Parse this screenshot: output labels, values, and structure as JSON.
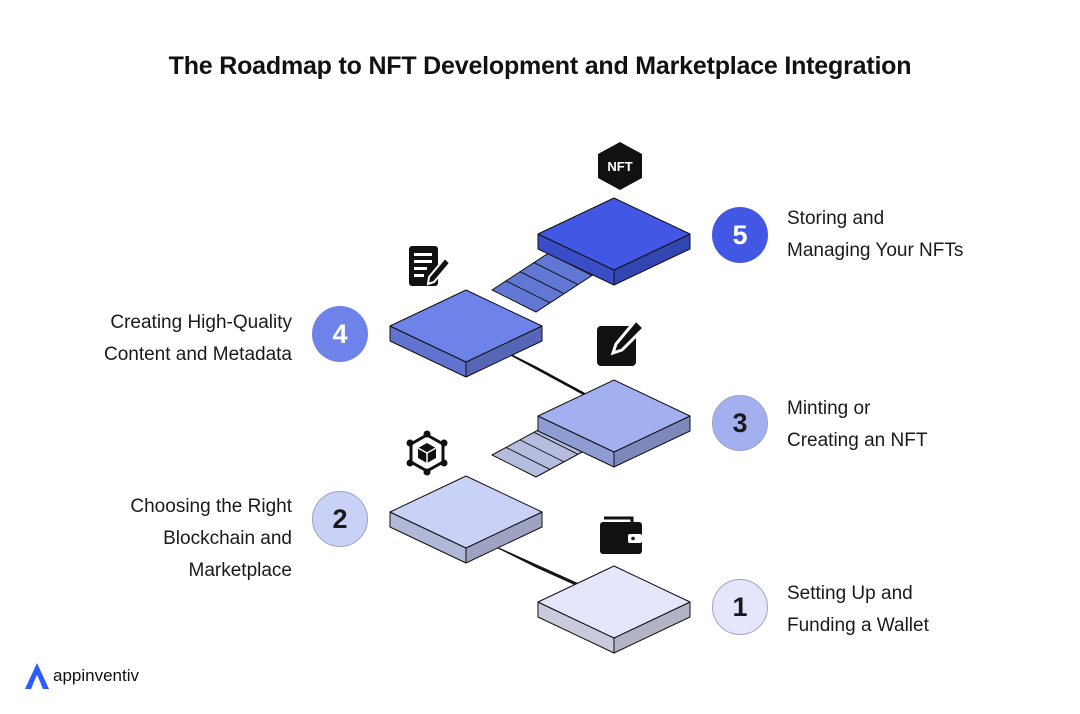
{
  "title": "The Roadmap to NFT Development and Marketplace Integration",
  "steps": [
    {
      "number": "1",
      "lines": [
        "Setting Up and",
        "Funding a Wallet"
      ],
      "icon": "wallet-icon",
      "badge_color": "#e4e7fb",
      "text_color": "#1a1a1a"
    },
    {
      "number": "2",
      "lines": [
        "Choosing the Right",
        "Blockchain and",
        "Marketplace"
      ],
      "icon": "blockchain-icon",
      "badge_color": "#c9d1f6",
      "text_color": "#1a1a1a"
    },
    {
      "number": "3",
      "lines": [
        "Minting or",
        "Creating an NFT"
      ],
      "icon": "edit-icon",
      "badge_color": "#a2b0f0",
      "text_color": "#1a1a1a"
    },
    {
      "number": "4",
      "lines": [
        "Creating High-Quality",
        "Content and Metadata"
      ],
      "icon": "document-icon",
      "badge_color": "#6d83ea",
      "text_color": "#ffffff"
    },
    {
      "number": "5",
      "lines": [
        "Storing and",
        "Managing Your NFTs"
      ],
      "icon": "nft-icon",
      "badge_color": "#4258e4",
      "text_color": "#ffffff"
    }
  ],
  "nft_icon_text": "NFT",
  "brand": {
    "name": "appinventiv",
    "color": "#2e5bff"
  },
  "colors": {
    "step1": "#e4e7fb",
    "step2": "#c9d1f6",
    "step3": "#a2b0f0",
    "step4": "#6d83ea",
    "step5": "#4258e4",
    "outline": "#111111"
  }
}
